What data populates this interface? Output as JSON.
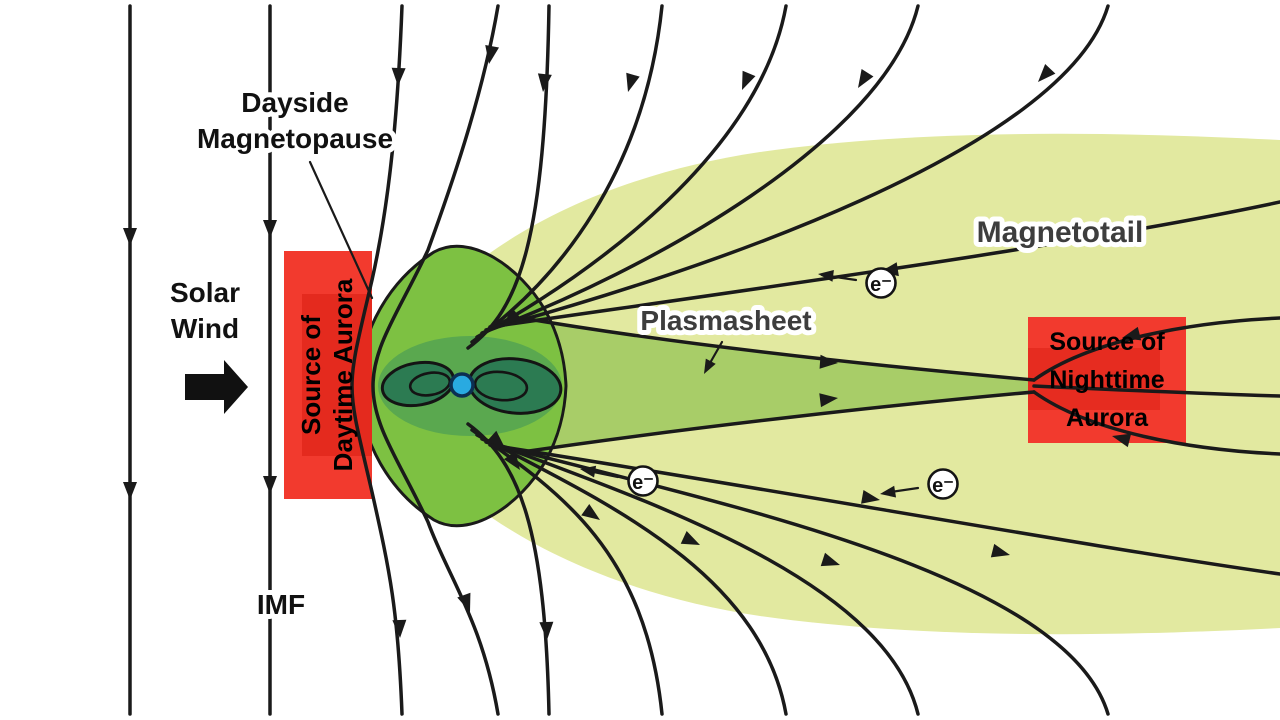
{
  "diagram": {
    "labels": {
      "dayside_magnetopause": [
        "Dayside",
        "Magnetopause"
      ],
      "solar_wind": [
        "Solar",
        "Wind"
      ],
      "imf": "IMF",
      "magnetotail": "Magnetotail",
      "plasmasheet": "Plasmasheet",
      "daytime_aurora": [
        "Source of",
        "Daytime Aurora"
      ],
      "nighttime_aurora": [
        "Source of",
        "Nighttime",
        "Aurora"
      ],
      "electron": "e⁻"
    },
    "colors": {
      "field_line": "#1a1a1a",
      "magnetotail_fill": "#e2e9a0",
      "plasmasheet_fill": "#a8cd68",
      "dayside_fill": "#7dc142",
      "outer_lobe_fill": "#5aa84f",
      "inner_lobe_fill": "#2c7b52",
      "earth_fill": "#29aae1",
      "earth_stroke": "#0c2f52",
      "aurora_red": "#f23a2e",
      "aurora_red_dark": "#d91e12",
      "label_gray": "#3d3d3d",
      "text_black": "#111111"
    }
  }
}
